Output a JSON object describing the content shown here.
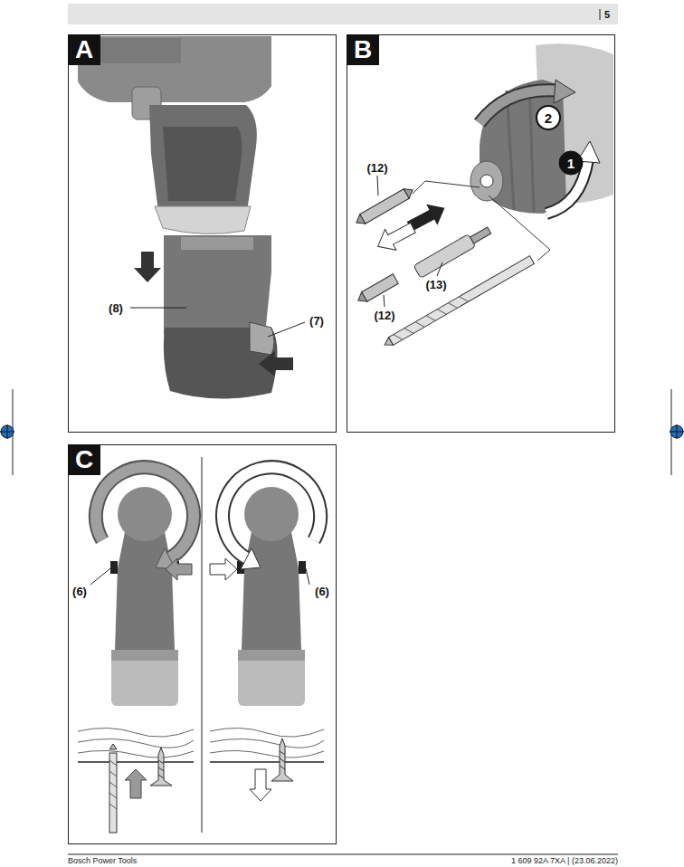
{
  "diagram": {
    "nodes": [
      {
        "text": [
          "A"
        ]
      },
      {
        "text": [
          "B"
        ]
      },
      {
        "text": [
          "C"
        ]
      }
    ],
    "labels": [
      "5",
      "(8)",
      "(7)",
      "2",
      "1",
      "(12)",
      "(13)",
      "(12)",
      "(6)",
      "(6)",
      "Bosch Power Tools",
      "1 609 92A 7XA | (23.06.2022)"
    ]
  }
}
